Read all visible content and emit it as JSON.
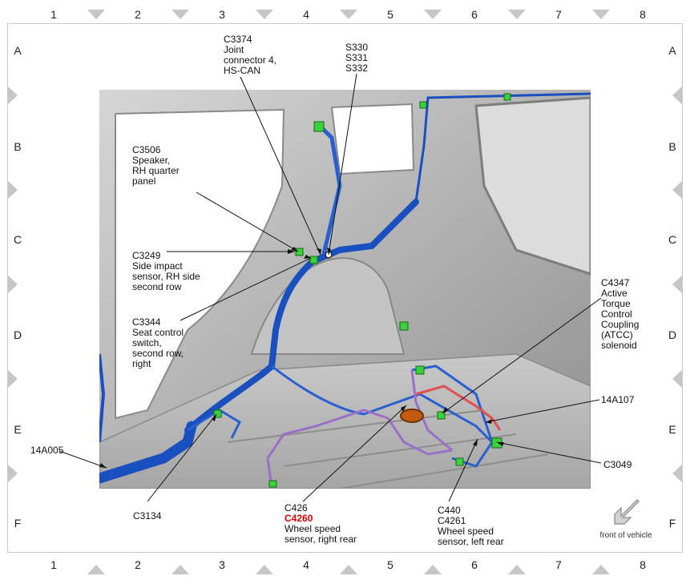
{
  "grid": {
    "columns": [
      "1",
      "2",
      "3",
      "4",
      "5",
      "6",
      "7",
      "8"
    ],
    "rows": [
      "A",
      "B",
      "C",
      "D",
      "E",
      "F"
    ]
  },
  "callouts": {
    "c3374": [
      "C3374",
      "Joint",
      "connector 4,",
      "HS-CAN"
    ],
    "s330": [
      "S330",
      "S331",
      "S332"
    ],
    "c3506": [
      "C3506",
      "Speaker,",
      "RH quarter",
      "panel"
    ],
    "c3249": [
      "C3249",
      "Side impact",
      "sensor, RH side",
      "second row"
    ],
    "c3344": [
      "C3344",
      "Seat control",
      "switch,",
      "second row,",
      "right"
    ],
    "c4347": [
      "C4347",
      "Active",
      "Torque",
      "Control",
      "Coupling",
      "(ATCC)",
      "solenoid"
    ],
    "a14a107": "14A107",
    "c3049": "C3049",
    "a14a005": "14A005",
    "c3134": "C3134",
    "c426": {
      "line1": "C426",
      "highlight": "C4260",
      "line3": "Wheel speed",
      "line4": "sensor, right rear"
    },
    "c440": [
      "C440",
      "C4261",
      "Wheel speed",
      "sensor, left rear"
    ]
  },
  "front_note": {
    "label": "front of vehicle",
    "icon": "arrow-icon"
  },
  "colors": {
    "harness_blue": "#1a4fc0",
    "harness_purple": "#9a6fc8",
    "harness_red": "#e05050",
    "connector_green": "#3ad13a",
    "body_gray": "#b8b8b8",
    "highlight_red": "#e00000"
  }
}
